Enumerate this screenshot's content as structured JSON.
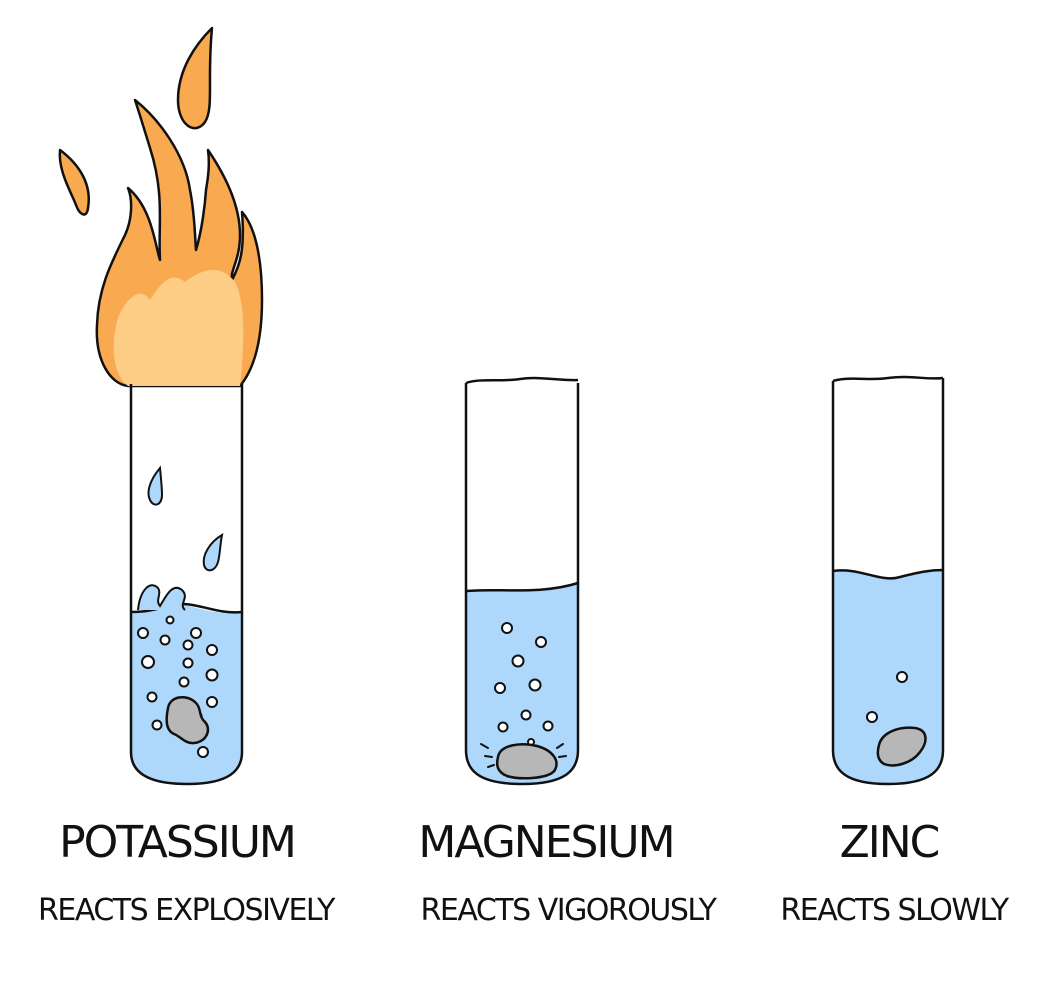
{
  "colors": {
    "outline": "#111111",
    "water": "#aed8fb",
    "metal_lump": "#b7b7b7",
    "flame_outer": "#f9a94f",
    "flame_inner": "#fdcd86",
    "background": "#ffffff"
  },
  "tubes": [
    {
      "id": "potassium",
      "name": "POTASSIUM",
      "reaction": "REACTS EXPLOSIVELY",
      "bubble_count": 15,
      "has_flame": true,
      "has_splash": true
    },
    {
      "id": "magnesium",
      "name": "MAGNESIUM",
      "reaction": "REACTS VIGOROUSLY",
      "bubble_count": 9,
      "has_flame": false,
      "has_splash": false
    },
    {
      "id": "zinc",
      "name": "ZINC",
      "reaction": "REACTS SLOWLY",
      "bubble_count": 2,
      "has_flame": false,
      "has_splash": false
    }
  ]
}
